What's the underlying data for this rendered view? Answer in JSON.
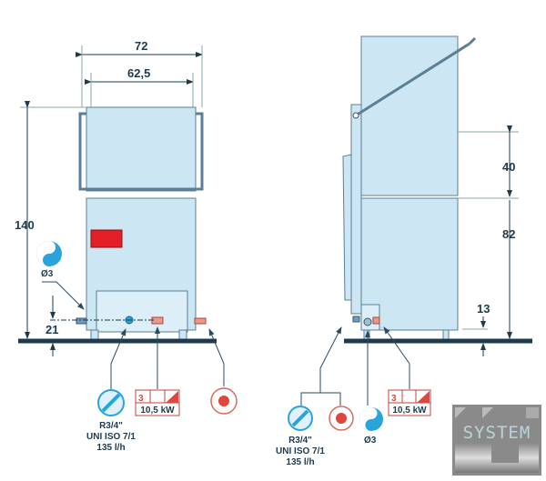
{
  "front_view": {
    "dims": {
      "width_outer": "72",
      "width_inner": "62,5",
      "height": "140",
      "drain_height": "21"
    },
    "drain": {
      "label": "Ø3"
    },
    "water_inlet": {
      "line1": "R3/4\"",
      "line2": "UNI ISO 7/1",
      "line3": "135 l/h"
    },
    "electrical": {
      "phases": "3",
      "power": "10,5 kW"
    }
  },
  "side_view": {
    "dims": {
      "hood_travel": "40",
      "body_height": "82",
      "connection_height": "13"
    },
    "drain": {
      "label": "Ø3"
    },
    "water_inlet": {
      "line1": "R3/4\"",
      "line2": "UNI ISO 7/1",
      "line3": "135 l/h"
    },
    "electrical": {
      "phases": "3",
      "power": "10,5 kW"
    }
  },
  "logo": {
    "text": "SYSTEM"
  },
  "colors": {
    "body": "#cde6f3",
    "outline": "#5a7f97",
    "dark": "#1d3a4e",
    "accent_red": "#e0463b",
    "water_blue": "#29a3dc"
  }
}
